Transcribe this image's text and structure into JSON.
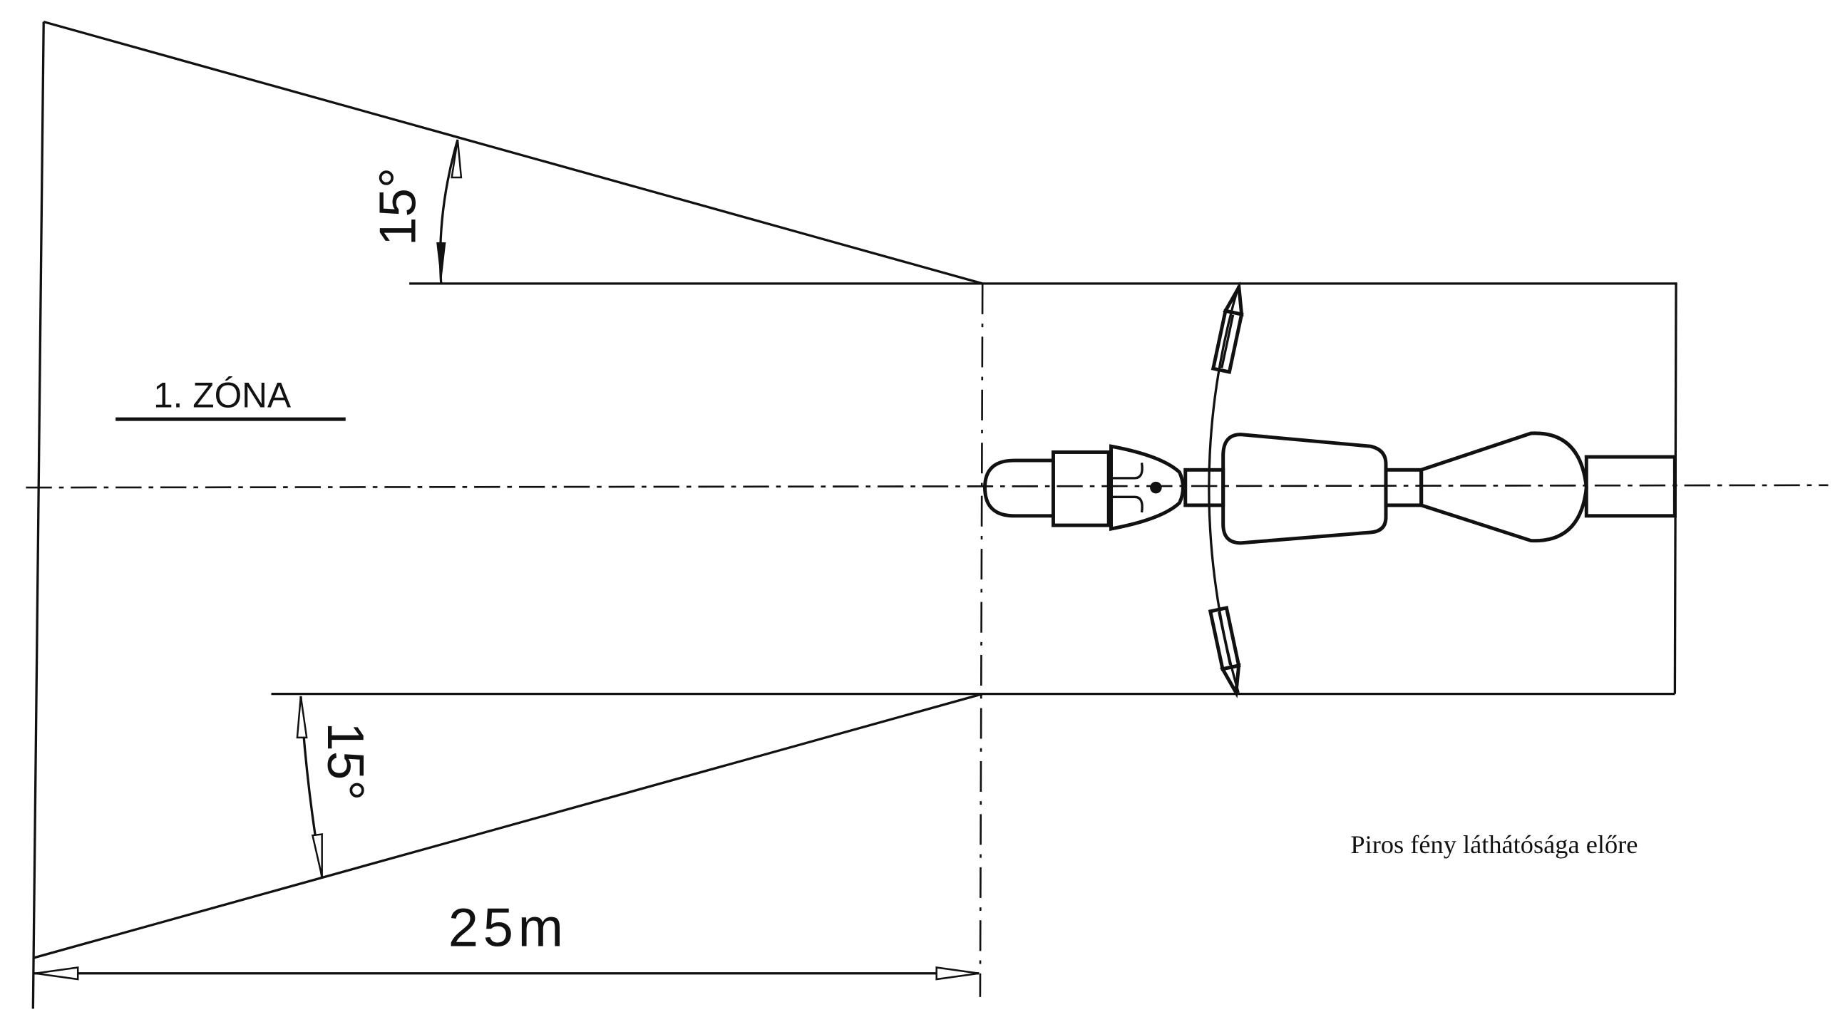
{
  "zone_label": "1. ZÓNA",
  "angle_top": "15°",
  "angle_bottom": "15°",
  "distance_label": "25m",
  "caption": "Piros fény láthátósága előre"
}
